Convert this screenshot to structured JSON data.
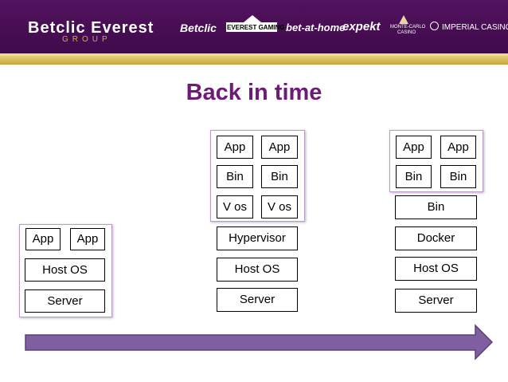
{
  "header": {
    "brand_name": "Betclic Everest",
    "brand_sub": "GROUP",
    "logos": {
      "betclic": "Betclic",
      "everest": "EVEREST GAMING",
      "bet_at_home": "bet-at-home",
      "expekt": "expekt",
      "monte_carlo_1": "MONTE-CARLO",
      "monte_carlo_2": "CASINO",
      "imperial": "IMPERIAL CASINO"
    }
  },
  "slide": {
    "title": "Back in time"
  },
  "diagram": {
    "bare_metal": {
      "apps": [
        "App",
        "App"
      ],
      "host_os": "Host OS",
      "server": "Server"
    },
    "virtual_machines": {
      "apps": [
        "App",
        "App"
      ],
      "bins": [
        "Bin",
        "Bin"
      ],
      "guest_os": [
        "V os",
        "V os"
      ],
      "hypervisor": "Hypervisor",
      "host_os": "Host OS",
      "server": "Server"
    },
    "containers": {
      "apps": [
        "App",
        "App"
      ],
      "bins": [
        "Bin",
        "Bin"
      ],
      "shared_bin": "Bin",
      "docker": "Docker",
      "host_os": "Host OS",
      "server": "Server"
    }
  },
  "colors": {
    "header": "#52125e",
    "gold": "#c9a53c",
    "title": "#6e1a77",
    "arrow": "#7f5f9f"
  }
}
